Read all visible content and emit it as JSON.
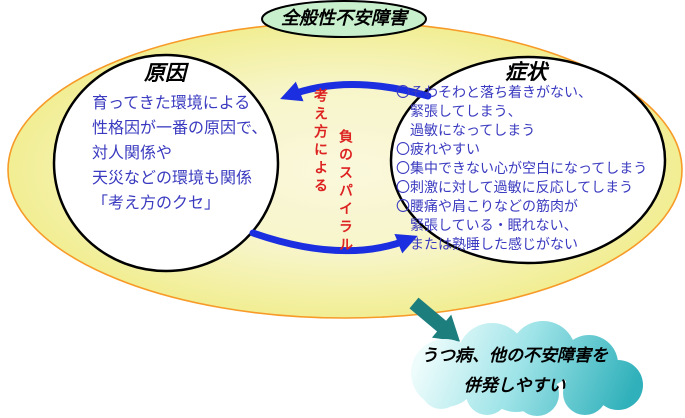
{
  "title": {
    "label": "全般性不安障害"
  },
  "causes": {
    "heading": "原因",
    "lines": [
      "育ってきた環境による",
      "性格因が一番の原因で、",
      "対人関係や",
      "天災などの環境も関係",
      "「考え方のクセ」"
    ]
  },
  "symptoms": {
    "heading": "症状",
    "lines": [
      "〇そわそわと落ち着きがない、",
      "　緊張してしまう、",
      "　過敏になってしまう",
      "〇疲れやすい",
      "〇集中できない心が空白になってしまう",
      "〇刺激に対して過敏に反応してしまう",
      "〇腰痛や肩こりなどの筋肉が",
      "　緊張している・眠れない、",
      "　または熟睡した感じがない"
    ]
  },
  "center": {
    "thinking_label": "考え方による",
    "spiral_label": "負のスパイラル"
  },
  "cloud": {
    "line1": "うつ病、他の不安障害を",
    "line2": "併発しやすい"
  },
  "colors": {
    "outer_border": "#f79a28",
    "outer_fill_center": "#faf8dc",
    "outer_fill_mid": "#f7f5c8",
    "outer_fill_edge": "#f1ed8e",
    "title_fill": "#c9f0cd",
    "ellipse_fill": "#ffffff",
    "ellipse_border": "#000000",
    "body_text": "#3a3ac0",
    "spiral_text": "#dd2222",
    "arrow_blue": "#1b2fe0",
    "arrow_teal": "#1d7e7e",
    "cloud_light": "#eefcfc",
    "cloud_mid": "#9fe4e8",
    "cloud_dark": "#2fb0ba"
  }
}
